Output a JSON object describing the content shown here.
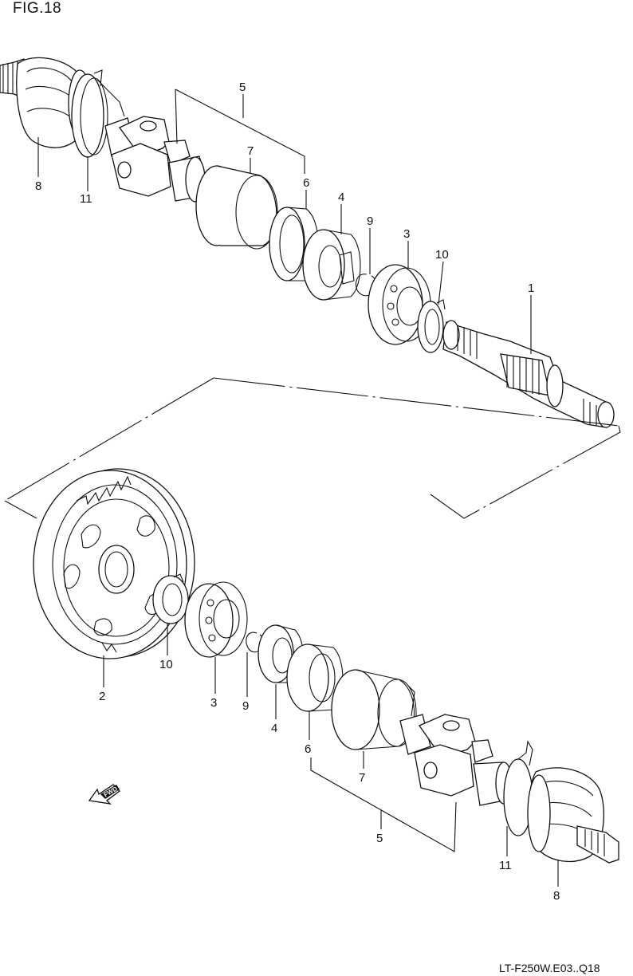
{
  "figure": {
    "title": "FIG.18",
    "footer_code": "LT-F250W.E03..Q18",
    "fwd_label": "FWD"
  },
  "callouts": {
    "top": {
      "c8": "8",
      "c11": "11",
      "c5": "5",
      "c7": "7",
      "c6": "6",
      "c4": "4",
      "c9": "9",
      "c3": "3",
      "c10": "10",
      "c1": "1"
    },
    "bottom": {
      "c2": "2",
      "c10": "10",
      "c3": "3",
      "c9": "9",
      "c4": "4",
      "c6": "6",
      "c7": "7",
      "c5": "5",
      "c11": "11",
      "c8": "8"
    }
  }
}
